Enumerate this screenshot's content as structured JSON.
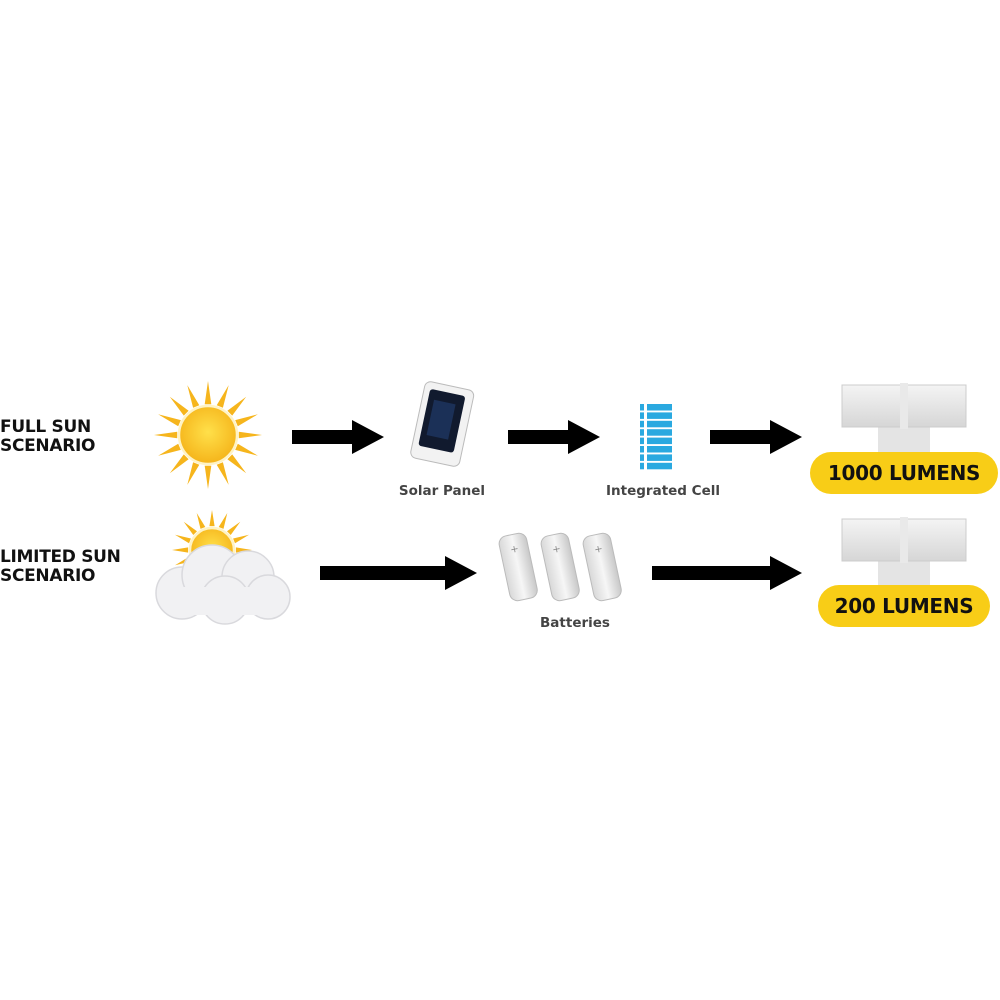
{
  "rows": [
    {
      "scenario_line1": "FULL SUN",
      "scenario_line2": "SCENARIO",
      "steps": [
        "Solar Panel",
        "Integrated Cell"
      ],
      "output": "1000 LUMENS"
    },
    {
      "scenario_line1": "LIMITED SUN",
      "scenario_line2": "SCENARIO",
      "steps": [
        "Batteries"
      ],
      "output": "200 LUMENS"
    }
  ],
  "colors": {
    "badge": "#f8cd17",
    "sun": "#f6b51c",
    "cell": "#2aa9e0",
    "arrow": "#000000"
  }
}
